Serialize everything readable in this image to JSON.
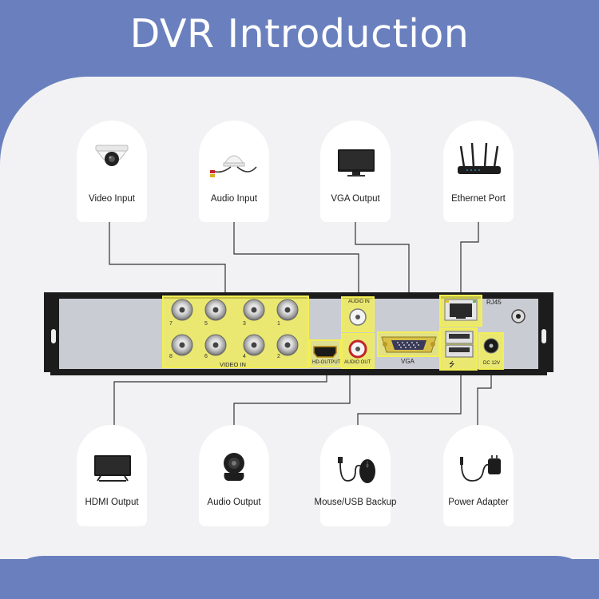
{
  "title": "DVR Introduction",
  "top_cards": [
    {
      "label": "Video Input",
      "icon": "dome-camera-icon"
    },
    {
      "label": "Audio Input",
      "icon": "microphone-icon"
    },
    {
      "label": "VGA Output",
      "icon": "monitor-icon"
    },
    {
      "label": "Ethernet Port",
      "icon": "router-icon"
    }
  ],
  "bottom_cards": [
    {
      "label": "HDMI Output",
      "icon": "tv-icon"
    },
    {
      "label": "Audio Output",
      "icon": "speaker-icon"
    },
    {
      "label": "Mouse/USB Backup",
      "icon": "mouse-icon"
    },
    {
      "label": "Power Adapter",
      "icon": "power-adapter-icon"
    }
  ],
  "device": {
    "video_in": "VIDEO IN",
    "audio_in": "AUDIO IN",
    "audio_out": "AUDIO OUT",
    "hd_output": "HD-OUTPUT",
    "vga": "VGA",
    "rj45": "RJ45",
    "dc": "DC 12V",
    "usb_symbol": "⭍",
    "port_numbers_top": [
      "7",
      "5",
      "3",
      "1"
    ],
    "port_numbers_bottom": [
      "8",
      "6",
      "4",
      "2"
    ]
  },
  "colors": {
    "header": "#6a80be",
    "panel": "#f2f2f4",
    "highlight": "#f3ef54",
    "device_body": "#1c1c1c",
    "device_face": "#c9ccd2",
    "wire": "#333333"
  }
}
